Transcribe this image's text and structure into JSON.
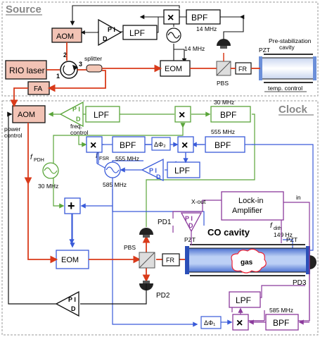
{
  "sections": {
    "source": "Source",
    "clock": "Clock"
  },
  "labels": {
    "aom_top": "AOM",
    "pi_top": "P I",
    "d_top": "D",
    "lpf_top": "LPF",
    "bpf_top": "BPF",
    "freq_14a": "14 MHz",
    "freq_14b": "14 MHz",
    "rio": "RIO laser",
    "port1": "1",
    "port2": "2",
    "port3": "3",
    "splitter": "splitter",
    "eom_top": "EOM",
    "pbs_top": "PBS",
    "fr_top": "FR",
    "pzt_top": "PZT",
    "prestab_1": "Pre-stabilization",
    "prestab_2": "cavity",
    "temp": "temp. control",
    "fa": "FA",
    "aom_clock": "AOM",
    "power_1": "power",
    "power_2": "control",
    "freq_ctrl_1": "freq.",
    "freq_ctrl_2": "control",
    "lpf_a": "LPF",
    "bpf_30": "BPF",
    "freq_30a": "30 MHz",
    "freq_555a": "555 MHz",
    "bpf_555a": "BPF",
    "bpf_555b": "BPF",
    "freq_555b": "555 MHz",
    "dphi2": "ΔΦ₂",
    "lpf_b": "LPF",
    "fpdh": "f",
    "fpdh_sub": "PDH",
    "ffsr": "f",
    "ffsr_sub": "FSR",
    "freq_30b": "30 MHz",
    "freq_585a": "585 MHz",
    "plus": "+",
    "xout": "X-out",
    "lockin_1": "Lock-in",
    "lockin_2": "Amplifier",
    "in": "in",
    "fdith": "f",
    "fdith_sub": "dith",
    "freq_149": "149 Hz",
    "pd1": "PD1",
    "pzt_l": "PZT",
    "pzt_r": "PZT",
    "co_cavity": "CO cavity",
    "gas": "gas",
    "pd3": "PD3",
    "eom_clock": "EOM",
    "pbs_clock": "PBS",
    "fr_clock": "FR",
    "pd2": "PD2",
    "lpf_c": "LPF",
    "freq_585b": "585 MHz",
    "dphi1": "ΔΦ₁",
    "bpf_585": "BPF",
    "mult": "×"
  },
  "colors": {
    "laser": "#d93a1a",
    "green": "#5aa53a",
    "blue": "#3a5bd9",
    "purple": "#8b3a9c",
    "black": "#111111",
    "aom_fill": "#f2c3b5",
    "gray": "#888888"
  }
}
